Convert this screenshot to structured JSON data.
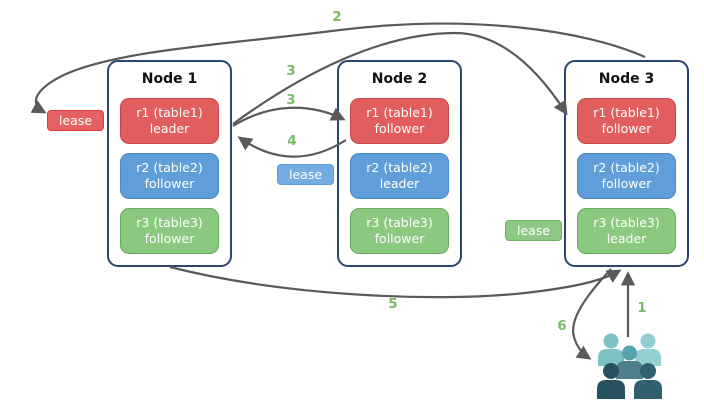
{
  "palette": {
    "node_border": "#2b4570",
    "replica_red": "#e25e5e",
    "replica_blue": "#5f9ed9",
    "replica_green": "#8cc980",
    "arrow": "#5a5a5a",
    "step_number_green": "#7cba68",
    "users_back_teal": "#85c5c8",
    "users_middle_teal": "#56a3ac",
    "users_front_dark": "#29525f"
  },
  "nodes": [
    {
      "title": "Node 1",
      "replicas": [
        {
          "label": "r1 (table1)",
          "role": "leader",
          "color": "#e25e5e"
        },
        {
          "label": "r2 (table2)",
          "role": "follower",
          "color": "#5f9ed9"
        },
        {
          "label": "r3 (table3)",
          "role": "follower",
          "color": "#8cc980"
        }
      ]
    },
    {
      "title": "Node 2",
      "replicas": [
        {
          "label": "r1 (table1)",
          "role": "follower",
          "color": "#e25e5e"
        },
        {
          "label": "r2 (table2)",
          "role": "leader",
          "color": "#5f9ed9"
        },
        {
          "label": "r3 (table3)",
          "role": "follower",
          "color": "#8cc980"
        }
      ]
    },
    {
      "title": "Node 3",
      "replicas": [
        {
          "label": "r1 (table1)",
          "role": "follower",
          "color": "#e25e5e"
        },
        {
          "label": "r2 (table2)",
          "role": "follower",
          "color": "#5f9ed9"
        },
        {
          "label": "r3 (table3)",
          "role": "leader",
          "color": "#8cc980"
        }
      ]
    }
  ],
  "leases": [
    {
      "label": "lease",
      "color": "#e66262"
    },
    {
      "label": "lease",
      "color": "#74abe2"
    },
    {
      "label": "lease",
      "color": "#8dc884"
    }
  ],
  "steps": {
    "1": "1",
    "2": "2",
    "3": "3",
    "4": "4",
    "5": "5",
    "6": "6"
  },
  "icons": {
    "users": "users-icon"
  }
}
